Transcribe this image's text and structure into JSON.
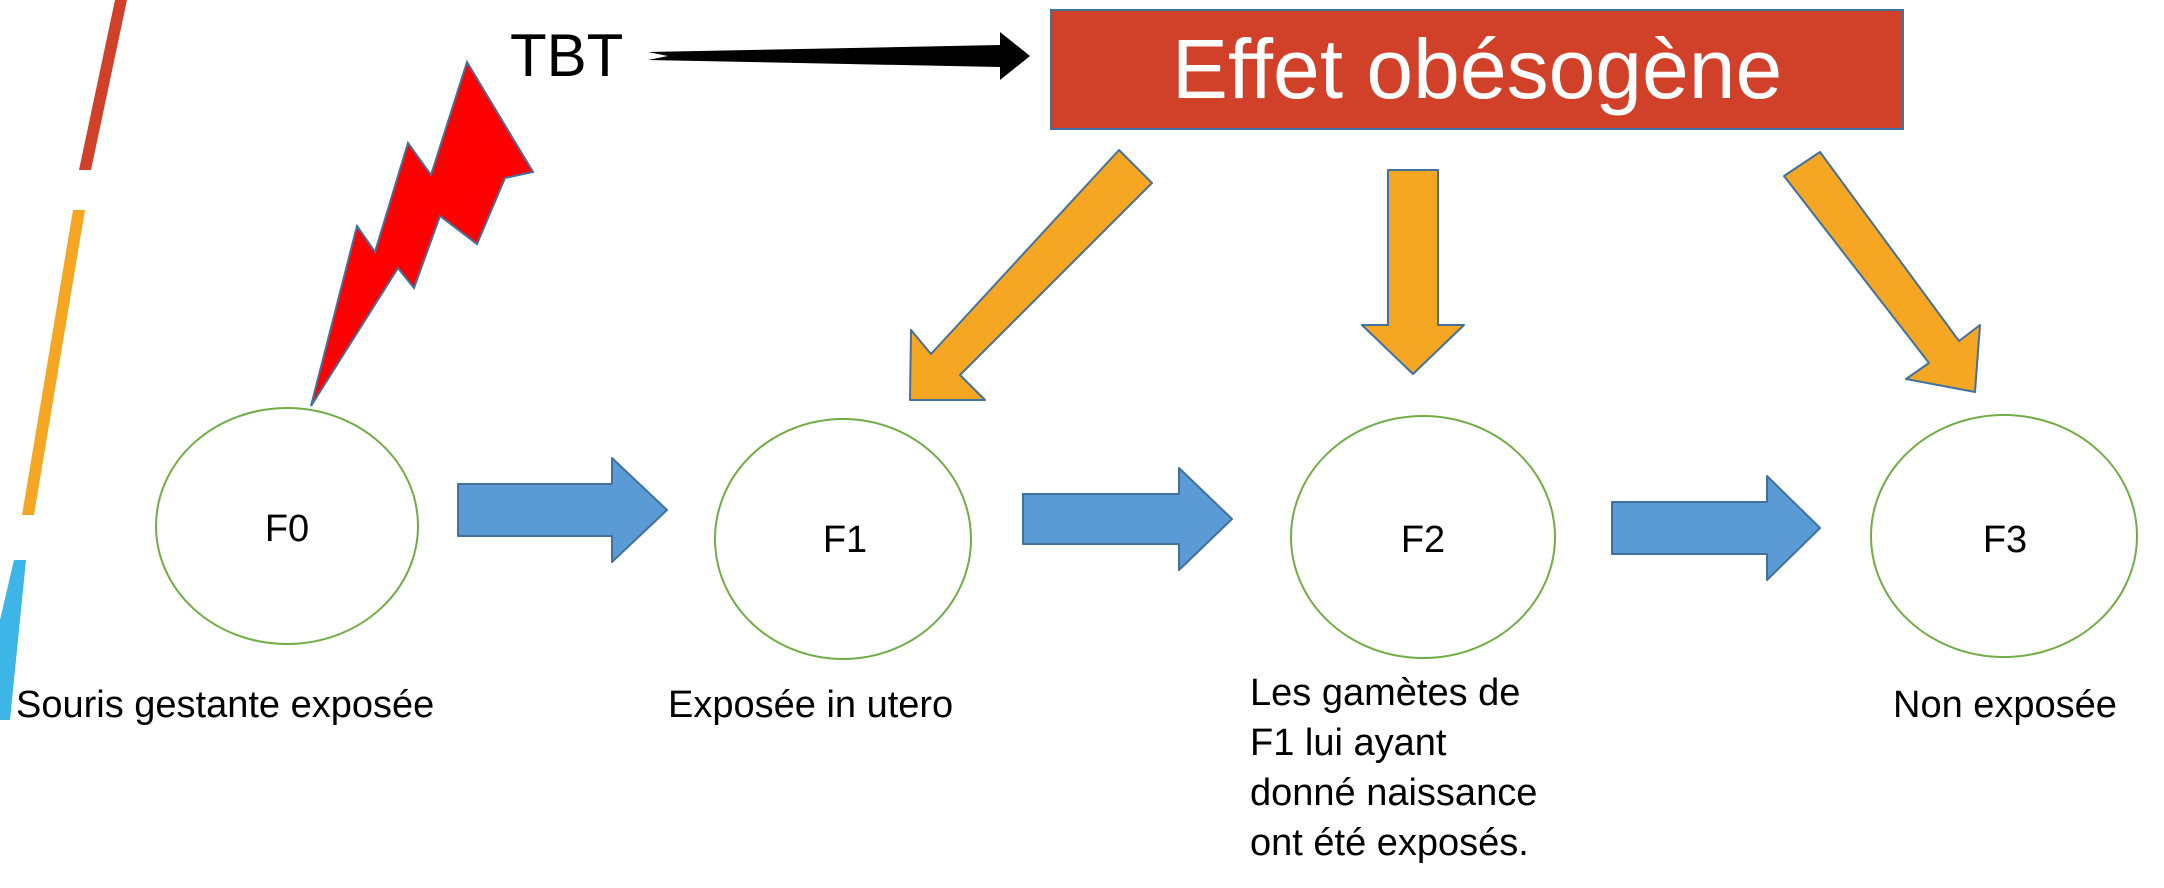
{
  "colors": {
    "effect_box_fill": "#D1412A",
    "effect_box_border": "#41719C",
    "effect_text": "#FFFFFF",
    "orange_arrow": "#F5A623",
    "orange_arrow_border": "#41719C",
    "blue_arrow": "#5B9BD5",
    "blue_arrow_border": "#41719C",
    "circle_border": "#70AD47",
    "lightning_fill": "#FF0000",
    "lightning_border": "#41719C",
    "black_arrow": "#000000",
    "accent_red": "#D1412A",
    "accent_orange": "#F5A623",
    "accent_blue": "#3DB5E6"
  },
  "tbt_label": "TBT",
  "effect_label": "Effet obésogène",
  "generations": [
    {
      "id": "F0",
      "caption": "Souris gestante exposée"
    },
    {
      "id": "F1",
      "caption": "Exposée in utero"
    },
    {
      "id": "F2",
      "caption": "Les gamètes de\nF1 lui ayant\ndonné naissance\nont été exposés."
    },
    {
      "id": "F3",
      "caption": "Non exposée"
    }
  ]
}
